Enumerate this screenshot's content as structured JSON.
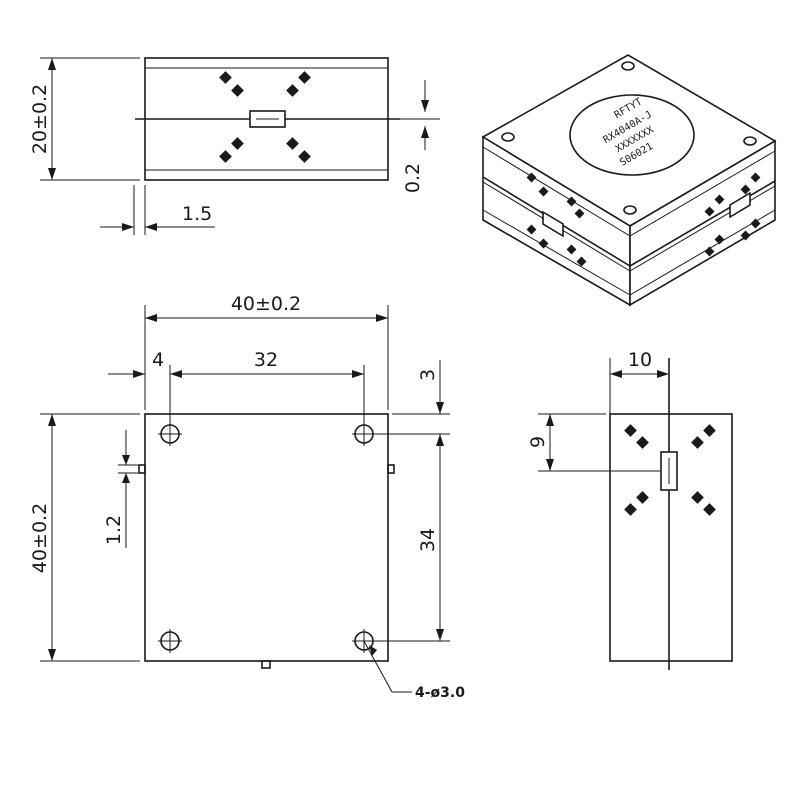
{
  "dimensions": {
    "top_height": "20±0.2",
    "top_gap": "0.2",
    "top_offset": "1.5",
    "width_overall": "40±0.2",
    "offset_left": "4",
    "hole_spacing_x": "32",
    "offset_top": "3",
    "height_overall": "40±0.2",
    "pin_offset": "1.2",
    "hole_spacing_y": "34",
    "side_width": "10",
    "side_offset": "9"
  },
  "callouts": {
    "holes": "4-ø3.0"
  },
  "iso_label": {
    "brand": "RFTYT",
    "line1": "RX4040A-J",
    "line2": "XXXXXXX",
    "line3": "S06021"
  }
}
